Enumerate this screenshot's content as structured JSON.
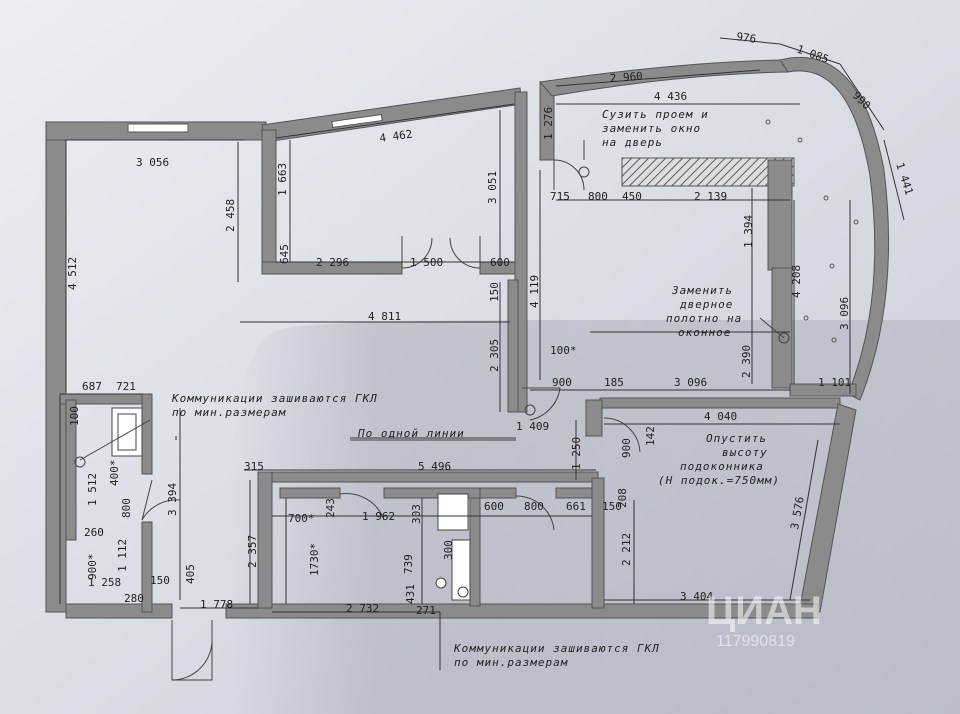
{
  "dimensions": {
    "d976": "976",
    "d1085": "1 085",
    "d990": "990",
    "d1441": "1 441",
    "d2960": "2 960",
    "d4436": "4 436",
    "d1276": "1 276",
    "d3056": "3 056",
    "d4462": "4 462",
    "d2458": "2 458",
    "d1663": "1 663",
    "d3051": "3 051",
    "d4512": "4 512",
    "d645": "645",
    "d2296": "2 296",
    "d1500": "1 500",
    "d600a": "600",
    "d715": "715",
    "d800a": "800",
    "d450": "450",
    "d2139": "2 139",
    "d1394": "1 394",
    "d4119": "4 119",
    "d4208": "4 208",
    "d3096a": "3 096",
    "d4811": "4 811",
    "d150a": "150",
    "d2305": "2 305",
    "d2390": "2 390",
    "d100": "100*",
    "d900a": "900",
    "d185": "185",
    "d3096b": "3 096",
    "d1101": "1 101",
    "d687": "687",
    "d721": "721",
    "d100b": "100",
    "d1409": "1 409",
    "d4040": "4 040",
    "d1250": "1 250",
    "d900b": "900",
    "d142": "142",
    "d1512": "1 512",
    "d400": "400*",
    "d3394": "3 394",
    "d315": "315",
    "d5496": "5 496",
    "d800b": "800",
    "d260": "260",
    "d1112": "1 112",
    "d900c": "900*",
    "d2357": "2 357",
    "d700": "700*",
    "d243": "243",
    "d1962": "1 962",
    "d303": "303",
    "d600b": "600",
    "d800c": "800",
    "d661": "661",
    "d150b": "150",
    "d208": "208",
    "d3576": "3 576",
    "d1730": "1730*",
    "d739": "739",
    "d300": "300",
    "d2212": "2 212",
    "d1258": "1 258",
    "d150c": "150",
    "d405": "405",
    "d431": "431",
    "d3404": "3 404",
    "d280": "280",
    "d1778": "1 778",
    "d2732": "2 732",
    "d271": "271"
  },
  "notes": {
    "narrow_opening_1": "Сузить проем и",
    "narrow_opening_2": "заменить окно",
    "narrow_opening_3": "на дверь",
    "replace_door_1": "Заменить",
    "replace_door_2": "дверное",
    "replace_door_3": "полотно на",
    "replace_door_4": "оконное",
    "comm_top_1": "Коммуникации зашиваются ГКЛ",
    "comm_top_2": "по мин.размерам",
    "one_line": "По одной линии",
    "lower_sill_1": "Опустить",
    "lower_sill_2": "высоту",
    "lower_sill_3": "подоконника",
    "lower_sill_4": "(H подок.=750мм)",
    "comm_bottom_1": "Коммуникации зашиваются ГКЛ",
    "comm_bottom_2": "по мин.размерам"
  },
  "watermark": {
    "brand": "ЦИАН",
    "code": "117990819"
  }
}
